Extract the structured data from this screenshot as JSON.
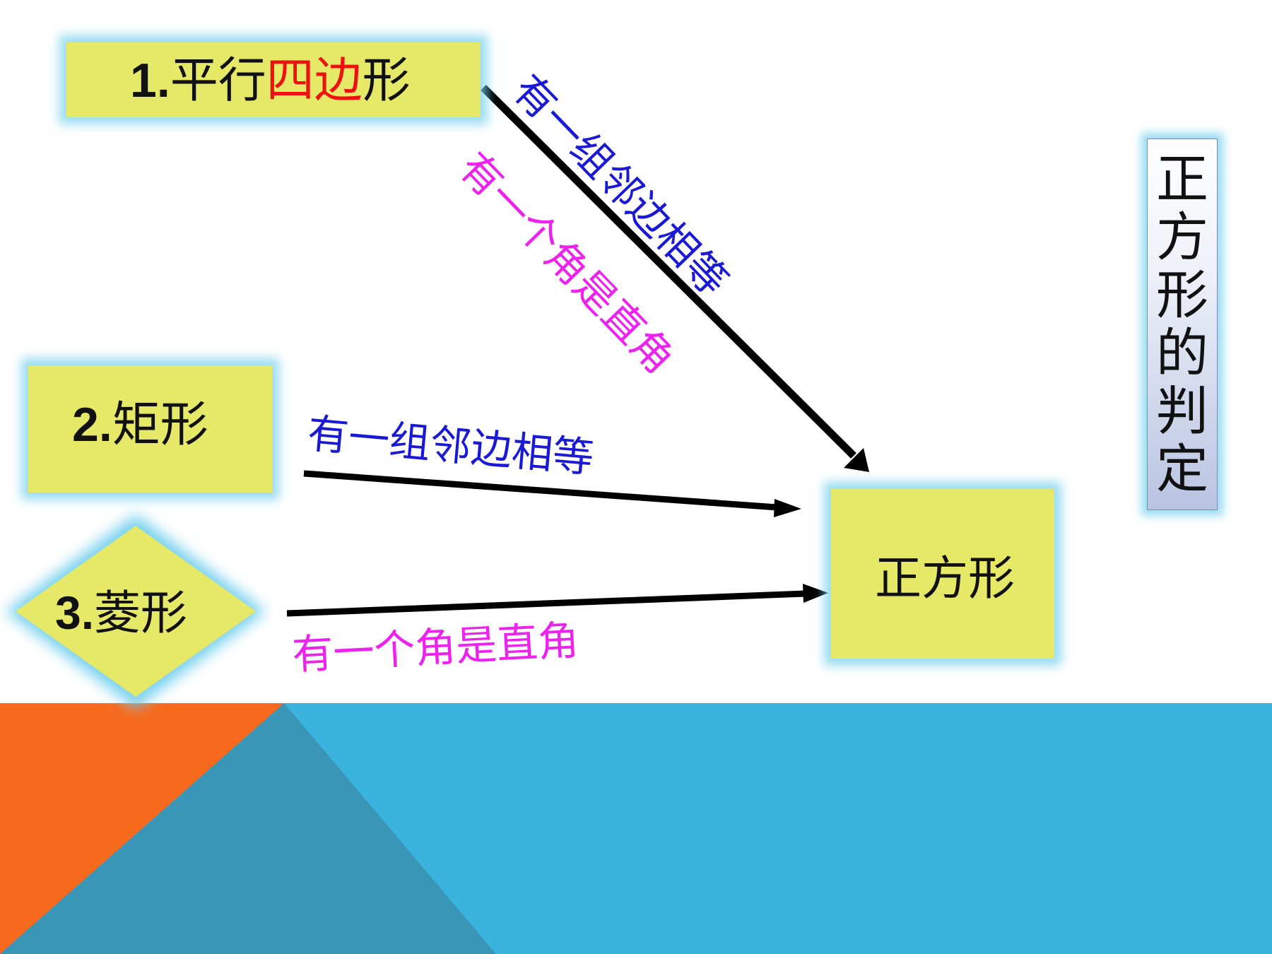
{
  "colors": {
    "box_fill": "#e6e868",
    "glow": "#76d0ee",
    "highlight_red": "#ee1111",
    "condition_blue": "#1a1ad6",
    "condition_magenta": "#ee22ee",
    "band_blue": "#3bb3df",
    "band_orange": "#f76a1e",
    "band_dark": "#3a96b6"
  },
  "nodes": {
    "parallelogram": {
      "num": "1.",
      "text_before": "平行",
      "text_highlight": "四边",
      "text_after": "形"
    },
    "rectangle": {
      "num": "2.",
      "text": "矩形"
    },
    "rhombus": {
      "num": "3.",
      "text": "菱形"
    },
    "square": {
      "text": "正方形"
    }
  },
  "title": "正方形的判定",
  "conditions": {
    "from_parallelogram_adjacent": "有一组邻边相等",
    "from_parallelogram_angle": "有一个角是直角",
    "from_rectangle": "有一组邻边相等",
    "from_rhombus": "有一个角是直角"
  }
}
